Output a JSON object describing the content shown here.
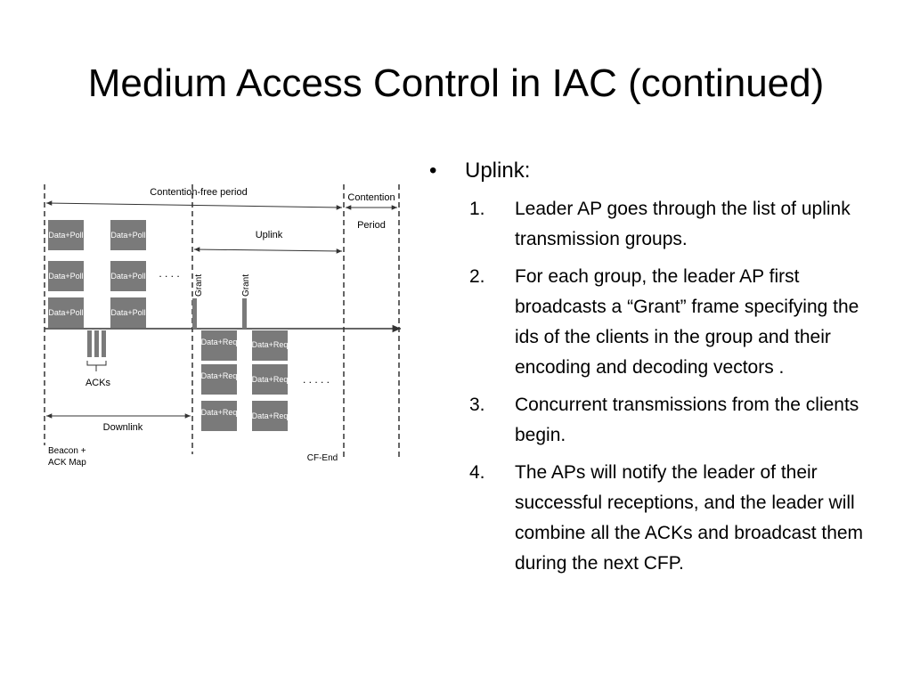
{
  "slide": {
    "title": "Medium Access Control in IAC (continued)"
  },
  "diagram": {
    "contention_free_period": "Contention-free period",
    "contention_line1": "Contention",
    "contention_line2": "Period",
    "uplink": "Uplink",
    "downlink": "Downlink",
    "data_poll": "Data+Poll",
    "data_req": "Data+Req",
    "grant": "Grant",
    "acks": "ACKs",
    "beacon_line1": "Beacon +",
    "beacon_line2": "ACK Map",
    "cf_end": "CF-End",
    "dots_upper": ". . . .",
    "dots_lower": ". . . . ."
  },
  "content": {
    "heading": "Uplink:",
    "bullet": "•",
    "items": [
      {
        "num": "1.",
        "text": "Leader AP goes through the list of uplink transmission groups."
      },
      {
        "num": "2.",
        "text": "For each group, the leader AP first broadcasts a “Grant” frame specifying the ids of the clients in the group and their encoding and decoding vectors ."
      },
      {
        "num": "3.",
        "text": "Concurrent transmissions from the clients begin."
      },
      {
        "num": "4.",
        "text": "The APs will notify the leader of their successful receptions, and the leader will combine all the ACKs and broadcast them during the next CFP."
      }
    ]
  }
}
